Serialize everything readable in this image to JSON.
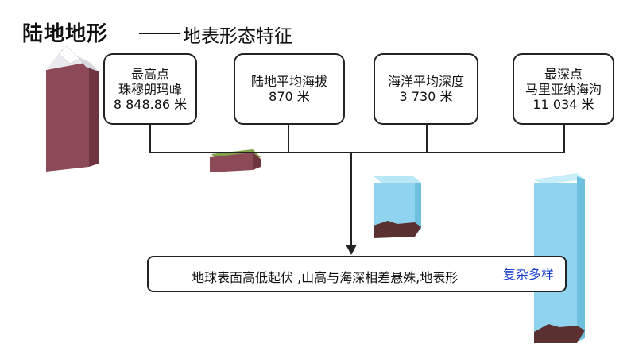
{
  "header": {
    "title": "陆地地形",
    "subtitle": "地表形态特征"
  },
  "boxes": [
    {
      "lines": [
        "最高点",
        "珠穆朗玛峰",
        "8 848.86 米"
      ]
    },
    {
      "lines": [
        "陆地平均海拔",
        "870 米"
      ]
    },
    {
      "lines": [
        "海洋平均深度",
        "3 730 米"
      ]
    },
    {
      "lines": [
        "最深点",
        "马里亚纳海沟",
        "11 034 米"
      ]
    }
  ],
  "conclusion": {
    "text": "地球表面高低起伏 ,山高与海深相差悬殊,地表形",
    "highlight": "复杂多样"
  },
  "colors": {
    "mountain": "#8b4a55",
    "grass": "#7fa24a",
    "soil": "#6b3a3a",
    "water": "#8fd3ee",
    "highlight": "#1a3fd0"
  }
}
